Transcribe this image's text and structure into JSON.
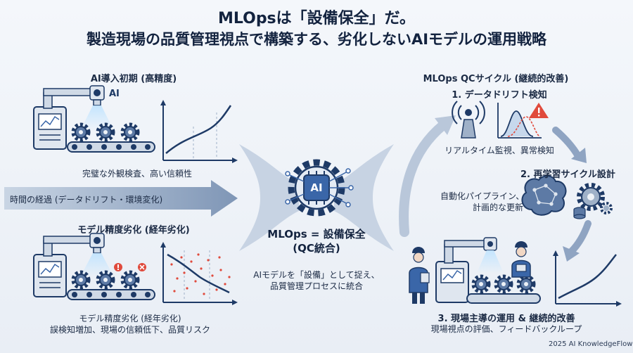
{
  "title_line1": "MLOpsは「設備保全」だ。",
  "title_line2": "製造現場の品質管理視点で構築する、劣化しないAIモデルの運用戦略",
  "left": {
    "initial_heading": "AI導入初期 (高精度)",
    "ai_badge": "AI",
    "initial_caption": "完璧な外観検査、高い信頼性",
    "time_arrow": "時間の経過 (データドリフト・環境変化)",
    "degrade_heading": "モデル精度劣化 (経年劣化)",
    "degrade_caption_1": "モデル精度劣化 (経年劣化)",
    "degrade_caption_2": "誤検知増加、現場の信頼低下、品質リスク"
  },
  "center": {
    "chip_label": "AI",
    "equation_1": "MLOps = 設備保全",
    "equation_2": "(QC統合)",
    "desc_1": "AIモデルを「設備」として捉え、",
    "desc_2": "品質管理プロセスに統合"
  },
  "right": {
    "cycle_heading": "MLOps QCサイクル (継続的改善)",
    "step1_title": "1. データドリフト検知",
    "step1_desc": "リアルタイム監視、異常検知",
    "step2_title": "2. 再学習サイクル設計",
    "step2_desc_1": "自動化パイプライン、",
    "step2_desc_2": "計画的な更新",
    "step3_title": "3. 現場主導の運用 & 継続的改善",
    "step3_desc": "現場視点の評価、フィードバックループ"
  },
  "footer": "2025 AI KnowledgeFlow",
  "colors": {
    "navy": "#1e3a66",
    "steel": "#9fb1c8",
    "alert": "#e04a3c",
    "accent": "#3a66a8"
  }
}
